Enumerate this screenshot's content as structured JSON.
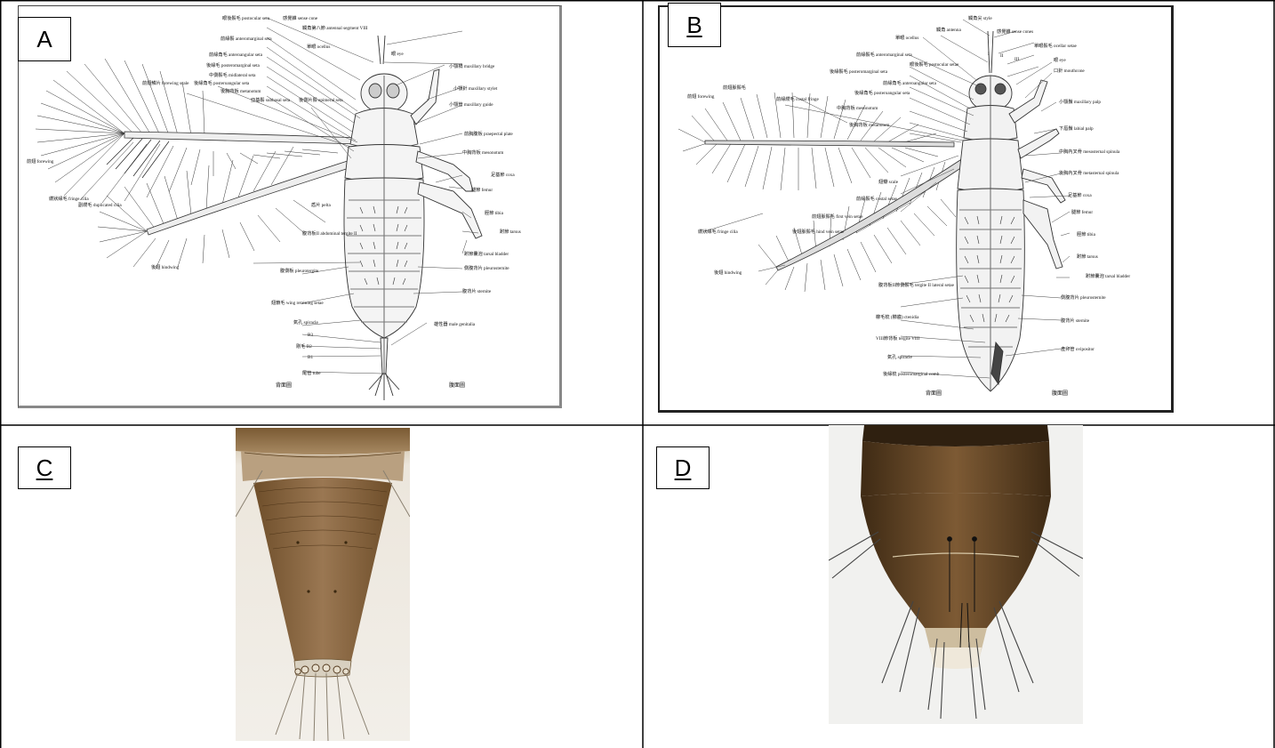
{
  "panels": {
    "a": {
      "letter": "A",
      "labels": {
        "sense_cone": "感覺錐 sense cone",
        "antennal_segment_viii": "觸角第八節 antennal segment VIII",
        "postocular_seta": "眼後鬃毛 postocular seta",
        "anteromarginal_seta": "前緣鬃 anteromarginal seta",
        "ocellus": "單眼 ocellus",
        "eye": "眼 eye",
        "anteroangular_seta": "前緣角毛 anteroangular seta",
        "posteromarginal_seta": "後緣毛 posteromarginal seta",
        "midlateral_seta": "中側鬃毛 midlateral seta",
        "maxillary_bridge": "小顎橋 maxillary bridge",
        "posteroangular_seta": "後緣角毛 posteroangular seta",
        "metanotum": "後胸背板 metanotum",
        "forewing_scale": "前翅鱗片 forewing scale",
        "maxillary_stylet": "小顎針 maxillary stylet",
        "subbasal_seta": "亞基鬃 subbasal seta",
        "epimeral_seta": "後側片鬃 epimeral seta",
        "maxillary_guide": "小顎管 maxillary guide",
        "praepectal_plate": "前胸腹板 praepectal plate",
        "mesonotum": "中胸背板 mesonotum",
        "forewing": "前翅 forewing",
        "coxa": "足基節 coxa",
        "femur": "腿節 femur",
        "fringe_cilia": "纓狀緣毛 fringe cilia",
        "duplicated_cilia": "副纓毛 duplicated cilia",
        "pelta": "盾片 pelta",
        "tibia": "脛節 tibia",
        "abdominal_tergite_ii": "腹背板II abdominal tergite II",
        "tarsus": "跗節 tarsus",
        "tarsal_bladder": "跗節囊泡 tarsal bladder",
        "hindwing": "後翅 hindwing",
        "pleurotergite": "腹側板 pleurotergite",
        "pleurosternite": "側腹背片 pleurosternite",
        "sternite": "腹背片 sternite",
        "wing_retaining_setae": "翅鎖毛 wing retaining setae",
        "spiracle": "氣孔 spiracle",
        "male_genitalia": "雄性器 male genitalia",
        "b3": "B3",
        "b2": "剛毛 B2",
        "b1": "B1",
        "tube": "尾管 tube",
        "dorsal_view": "背面圖",
        "ventral_view": "腹面圖"
      }
    },
    "b": {
      "letter": "B",
      "labels": {
        "style": "觸角尖 style",
        "antenna": "觸角 antenna",
        "sense_cones": "感覺錐 sense cones",
        "ocellus": "單眼 ocellus",
        "ocellar_setae": "單眼鬃毛 ocellar setae",
        "roman_i": "I",
        "roman_ii": "II",
        "roman_iii": "III",
        "anteromarginal_seta": "前緣鬃毛 anteromarginal seta",
        "postocular_setae": "眼後鬃毛 postocular setae",
        "eye": "眼 eye",
        "mouthcone": "口針 mouthcone",
        "posteromarginal_seta": "後緣鬃毛 posteromarginal seta",
        "anteroangular_seta": "前緣角毛 anteroangular seta",
        "forewing_clavus": "前翅脈鬃毛",
        "forewing": "前翅 forewing",
        "costal_fringe": "前緣纓毛 costal fringe",
        "posteroangular_seta": "後緣角毛 posteroangular seta",
        "mesonotum": "中胸背板 mesonotum",
        "maxillary_palp": "小顎鬚 maxillary palp",
        "metanotum": "後胸背板 metanotum",
        "labial_palp": "下唇鬚 labial palp",
        "mesosternal_spinula": "中胸內叉骨 mesosternal spinula",
        "metasternal_spinula": "後胸內叉骨 metasternal spinula",
        "scale": "翅瓣 scale",
        "costal_setae": "前緣鬃毛 costal setae",
        "coxa": "足基節 coxa",
        "first_vein_setae": "前翅脈鬃毛 first vein setae",
        "hind_vein_setae": "後翅脈鬃毛 hind vein setae",
        "femur": "腿節 femur",
        "fringe_cilia": "纓狀緣毛 fringe cilia",
        "tibia": "脛節 tibia",
        "tarsus": "跗節 tarsus",
        "hindwing": "後翅 hindwing",
        "tarsal_bladder": "跗節囊泡 tarsal bladder",
        "tergite_ii_lateral_setae": "腹背板II節側鬃毛 tergite II lateral setae",
        "pleurosternite": "側腹背片 pleurosternite",
        "ctenidia": "櫛毛梳 (櫛齒) ctenidia",
        "sternite": "腹背片 sternite",
        "tergite_viii": "VIII節背板 tergite VIII",
        "spiracle": "氣孔 spiracle",
        "ovipositor": "產卵管 ovipositor",
        "posteromarginal_comb": "後緣梳 posteromarginal comb",
        "dorsal_view": "背面圖",
        "ventral_view": "腹面圖"
      }
    },
    "c": {
      "letter": "C"
    },
    "d": {
      "letter": "D"
    }
  }
}
